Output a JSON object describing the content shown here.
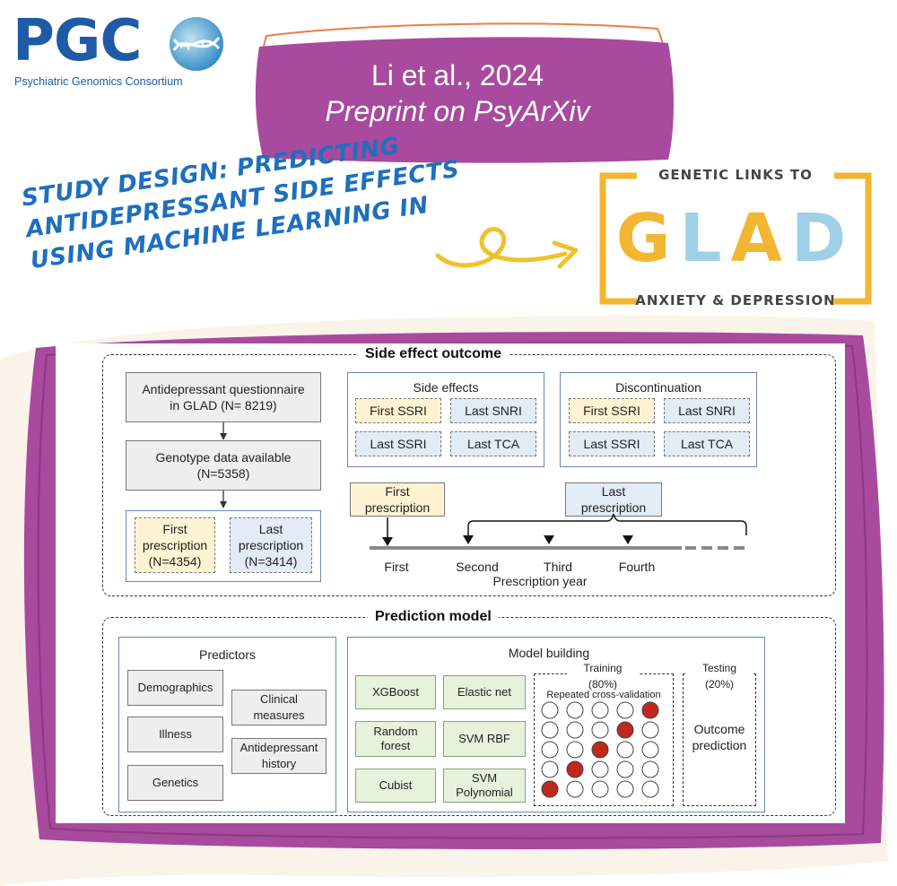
{
  "pgc": {
    "letters": "PGC",
    "subtitle": "Psychiatric Genomics Consortium"
  },
  "citation": {
    "line1": "Li et al., 2024",
    "line2": "Preprint on PsyArXiv"
  },
  "headline": {
    "lines": [
      "Study design: predicting",
      "antidepressant side effects",
      "using machine learning in"
    ]
  },
  "glad": {
    "top": "GENETIC LINKS TO",
    "letters": [
      "G",
      "L",
      "A",
      "D"
    ],
    "bottom": "ANXIETY & DEPRESSION"
  },
  "colors": {
    "purple": "#a84a9d",
    "orange_outline": "#ee7b45",
    "pgc_blue": "#1f5aa6",
    "headline_blue": "#1e6fbe",
    "glad_yellow": "#f2b632",
    "glad_blue": "#9fd0e8"
  },
  "side_effect_outcome": {
    "title": "Side effect outcome",
    "questionnaire": [
      "Antidepressant questionnaire",
      "in GLAD (N= 8219)"
    ],
    "genotype": [
      "Genotype data available",
      "(N=5358)"
    ],
    "first_prescription": [
      "First",
      "prescription",
      "(N=4354)"
    ],
    "last_prescription": [
      "Last",
      "prescription",
      "(N=3414)"
    ],
    "side_effects": {
      "title": "Side effects",
      "items": [
        "First SSRI",
        "Last SNRI",
        "Last SSRI",
        "Last TCA"
      ]
    },
    "discontinuation": {
      "title": "Discontinuation",
      "items": [
        "First SSRI",
        "Last SNRI",
        "Last SSRI",
        "Last TCA"
      ]
    },
    "timeline": {
      "first_label": [
        "First",
        "prescription"
      ],
      "last_label": [
        "Last",
        "prescription"
      ],
      "ticks": [
        "First",
        "Second",
        "Third",
        "Fourth"
      ],
      "axis_label": "Prescription year"
    }
  },
  "prediction_model": {
    "title": "Prediction model",
    "predictors": {
      "title": "Predictors",
      "items": [
        "Demographics",
        "Illness",
        "Genetics",
        "Clinical measures",
        "Antidepressant history"
      ]
    },
    "model_building": {
      "title": "Model building",
      "models": [
        "XGBoost",
        "Elastic net",
        "Random forest",
        "SVM RBF",
        "Cubist",
        "SVM Polynomial"
      ],
      "training": [
        "Training",
        "(80%)"
      ],
      "cv_label": "Repeated cross-validation",
      "testing": [
        "Testing",
        "(20%)"
      ],
      "outcome": [
        "Outcome",
        "prediction"
      ],
      "cv_filled": [
        4,
        3,
        2,
        1,
        0
      ]
    }
  }
}
